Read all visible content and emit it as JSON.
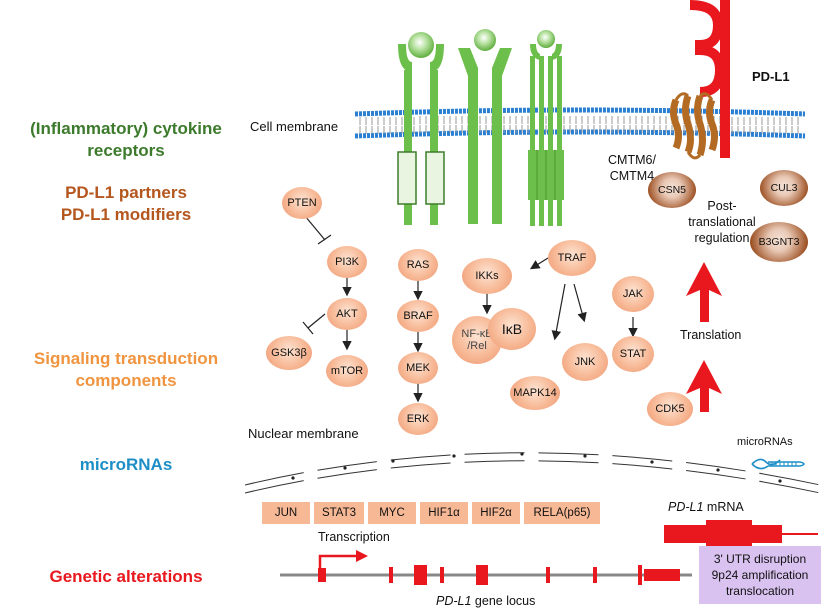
{
  "sections": {
    "cytokine_line1": "(Inflammatory) cytokine",
    "cytokine_line2": "receptors",
    "partners_line1": "PD-L1 partners",
    "partners_line2": "PD-L1 modifiers",
    "signaling_line1": "Signaling transduction",
    "signaling_line2": "components",
    "micrornas": "microRNAs",
    "genetic": "Genetic alterations"
  },
  "labels": {
    "cell_membrane": "Cell membrane",
    "nuclear_membrane": "Nuclear membrane",
    "pdl1": "PD-L1",
    "cmtm_line1": "CMTM6/",
    "cmtm_line2": "CMTM4",
    "ptr_line1": "Post-",
    "ptr_line2": "translational",
    "ptr_line3": "regulation",
    "translation": "Translation",
    "micrornas_small": "microRNAs",
    "mrna_italic": "PD-L1",
    "mrna_rest": " mRNA",
    "transcription": "Transcription",
    "locus_italic": "PD-L1",
    "locus_rest": " gene locus"
  },
  "nodes": {
    "pten": "PTEN",
    "pi3k": "PI3K",
    "akt": "AKT",
    "mtor": "mTOR",
    "gsk3b": "GSK3β",
    "ras": "RAS",
    "braf": "BRAF",
    "mek": "MEK",
    "erk": "ERK",
    "ikks": "IKKs",
    "nfkb_line1": "NF-κB",
    "nfkb_line2": "/Rel",
    "ikb": "IκB",
    "traf": "TRAF",
    "mapk14": "MAPK14",
    "jnk": "JNK",
    "jak": "JAK",
    "stat": "STAT",
    "cdk5": "CDK5",
    "csn5": "CSN5",
    "cul3": "CUL3",
    "b3gnt3": "B3GNT3"
  },
  "transcription_factors": [
    "JUN",
    "STAT3",
    "MYC",
    "HIF1α",
    "HIF2α",
    "RELA(p65)"
  ],
  "alterations": [
    "3' UTR disruption",
    "9p24 amplification",
    "translocation"
  ],
  "colors": {
    "receptor_green": "#6dbf4b",
    "pdl1_red": "#e8181e",
    "membrane_blue": "#2a7fd2",
    "node_fill": "#f7b895",
    "alteration_box": "#d9c2f0"
  }
}
